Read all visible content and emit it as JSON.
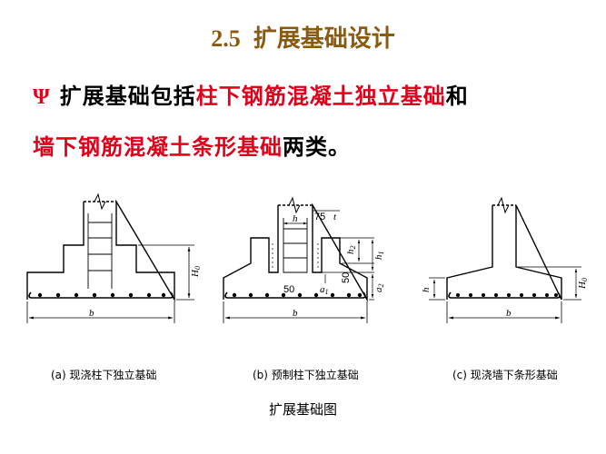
{
  "title": {
    "number": "2.5",
    "text": "扩展基础设计"
  },
  "intro": {
    "bullet": "Ψ",
    "line1_part1": "扩展基础包括",
    "line1_red": "柱下钢筋混凝土独立基础",
    "line1_part2": "和",
    "line2_red": "墙下钢筋混凝土条形基础",
    "line2_part2": "两类。"
  },
  "figures": [
    {
      "caption": "(a) 现浇柱下独立基础"
    },
    {
      "caption": "(b) 预制柱下独立基础"
    },
    {
      "caption": "(c) 现浇墙下条形基础"
    }
  ],
  "figure_title": "扩展基础图",
  "labels": {
    "b": "b",
    "H0": "H",
    "H0_sub": "0",
    "h": "h",
    "t": "t",
    "h1": "h",
    "h1_sub": "1",
    "h2": "h",
    "h2_sub": "2",
    "a1": "a",
    "a1_sub": "1",
    "a2": "a",
    "a2_sub": "2",
    "dim75": "75",
    "dim50a": "50",
    "dim50b": "50"
  },
  "colors": {
    "title": "#8a5a0e",
    "emphasis": "#e0001a",
    "text": "#000000"
  }
}
